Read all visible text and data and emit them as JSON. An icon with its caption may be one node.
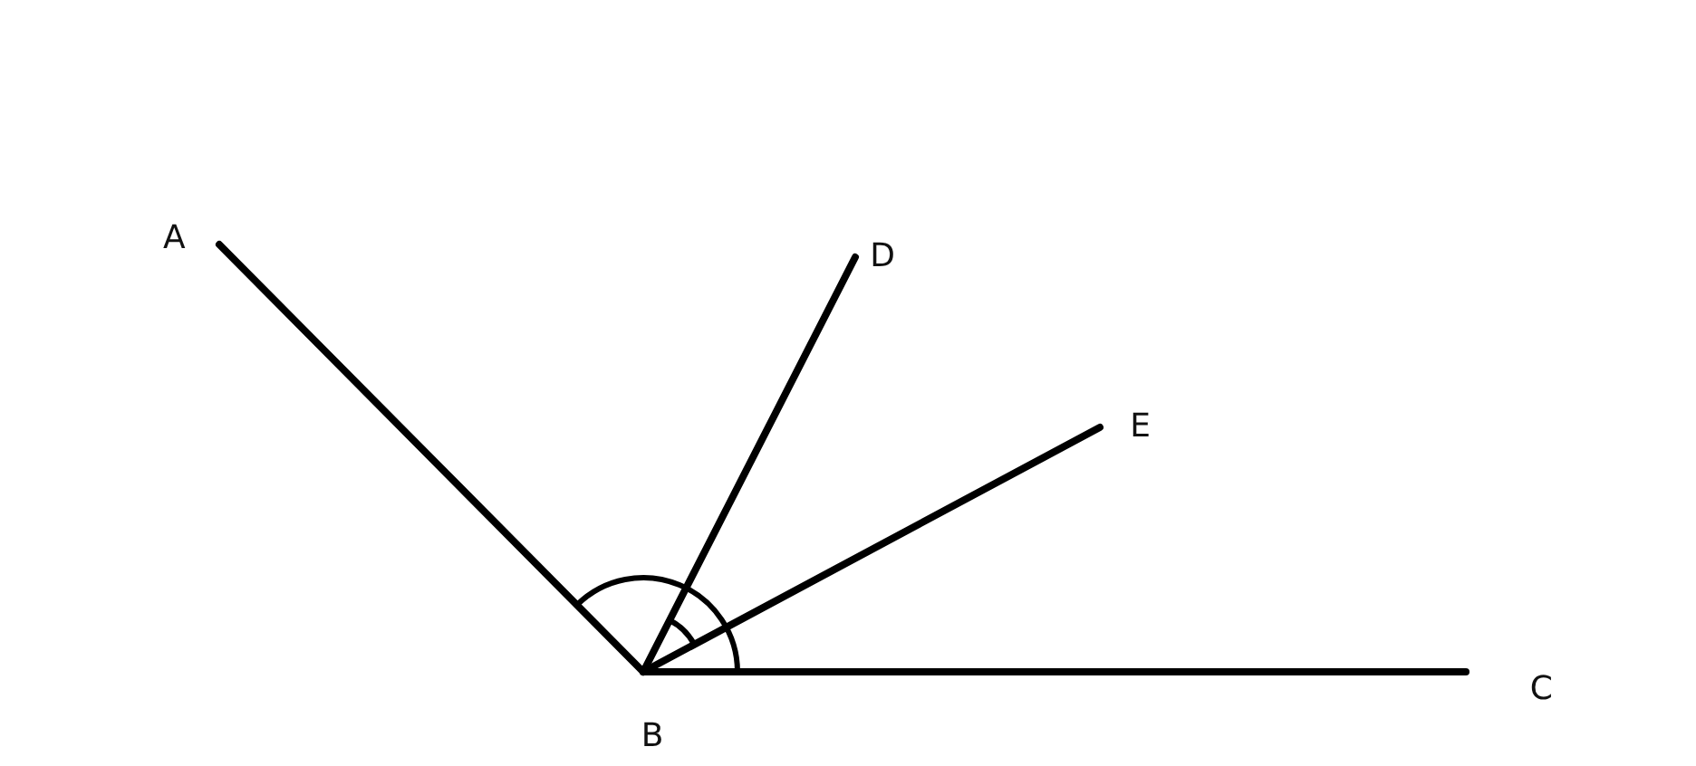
{
  "diagram": {
    "nodes": [
      {
        "text": [
          "A"
        ]
      },
      {
        "text": [
          "D"
        ]
      },
      {
        "text": [
          "E"
        ]
      },
      {
        "text": [
          "C"
        ]
      },
      {
        "text": [
          "B"
        ]
      }
    ],
    "edges": [
      {
        "from": 4,
        "to": 0,
        "arrow": "none"
      },
      {
        "from": 4,
        "to": 1,
        "arrow": "none"
      },
      {
        "from": 4,
        "to": 2,
        "arrow": "none"
      },
      {
        "from": 4,
        "to": 3,
        "arrow": "none"
      }
    ]
  }
}
